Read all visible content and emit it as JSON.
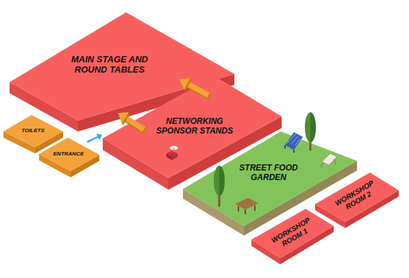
{
  "diagram": {
    "nodes": [
      {
        "text": [
          "MAIN STAGE AND ROUND TABLES"
        ]
      },
      {
        "text": [
          "TOILETS"
        ]
      },
      {
        "text": [
          "ENTRANCE"
        ]
      },
      {
        "text": [
          "NETWORKING SPONSOR STANDS"
        ]
      },
      {
        "text": [
          "STREET FOOD GARDEN"
        ]
      },
      {
        "text": [
          "WORKSHOP ROOM 2"
        ]
      },
      {
        "text": [
          "WORKSHOP ROOM 1"
        ]
      }
    ],
    "edges": [
      {
        "from": 2,
        "to": 3,
        "arrow": "to"
      },
      {
        "from": 3,
        "to": 0,
        "arrow": "to"
      },
      {
        "from": 3,
        "to": 0,
        "arrow": "to"
      }
    ]
  }
}
